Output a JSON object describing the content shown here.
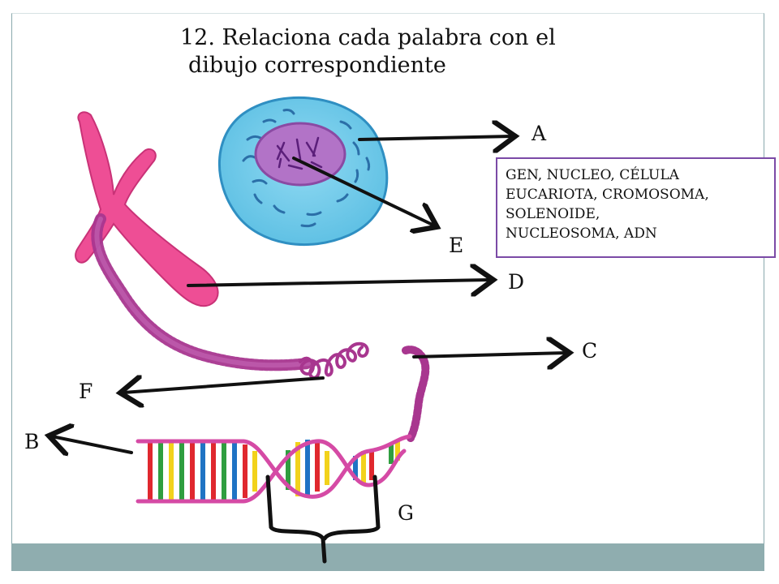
{
  "title": {
    "line1": "12. Relaciona cada palabra con el",
    "line2": "dibujo correspondiente"
  },
  "labels": {
    "a": "A",
    "b": "B",
    "c": "C",
    "d": "D",
    "e": "E",
    "f": "F",
    "g": "G"
  },
  "word_box": "GEN, NUCLEO, CÉLULA\nEUCARIOTA, CROMOSOMA,\nSOLENOIDE,\nNUCLEOSOMA, ADN",
  "colors": {
    "cell_body": "#74cce9",
    "cell_outline": "#3aa0cf",
    "nucleus": "#b273c7",
    "chromosome": "#ee4e95",
    "chromatin": "#a8368f",
    "dna_backbone": "#d54aa5",
    "border": "#7b4aa6",
    "footer": "#8fadaf"
  }
}
